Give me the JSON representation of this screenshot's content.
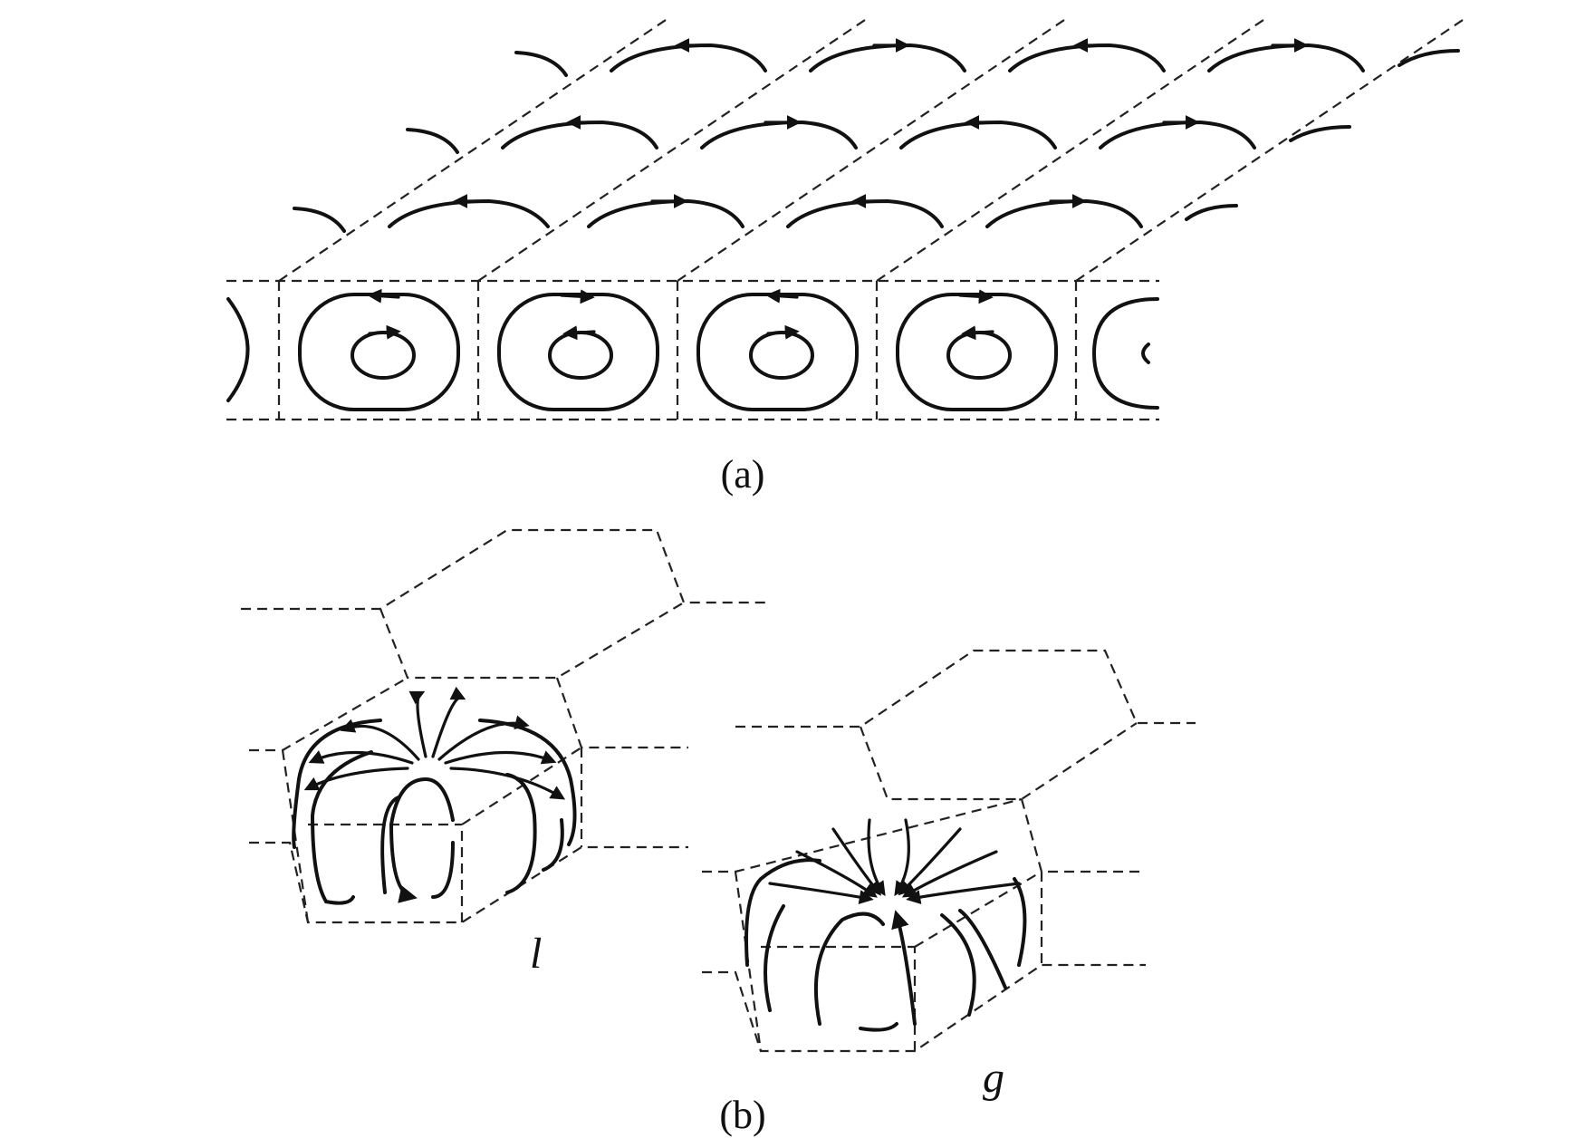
{
  "figure": {
    "panel_a": {
      "caption": "(a)"
    },
    "panel_b": {
      "caption": "(b)",
      "cell_left_label": "l",
      "cell_right_label": "g"
    }
  }
}
